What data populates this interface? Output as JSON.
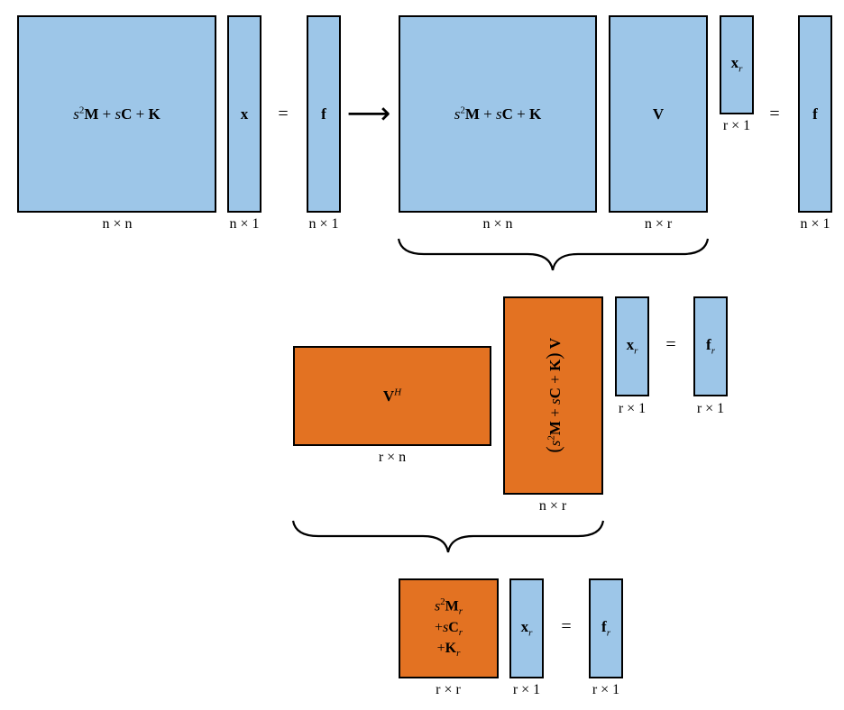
{
  "colors": {
    "blue": "#9dc6e8",
    "orange": "#e37222",
    "stroke": "#000000"
  },
  "row1": {
    "A_label_main": "s²M + sC + K",
    "A_dim": "n × n",
    "x_label": "x",
    "x_dim": "n × 1",
    "eq1": "=",
    "f_label": "f",
    "f_dim": "n × 1",
    "arrow": "⟶",
    "A2_label": "s²M + sC + K",
    "A2_dim": "n × n",
    "V_label": "V",
    "V_dim": "n × r",
    "xr_label": "xr",
    "xr_dim": "r × 1",
    "eq2": "=",
    "f2_label": "f",
    "f2_dim": "n × 1"
  },
  "row2": {
    "VH_label": "VH",
    "VH_dim": "r × n",
    "AV_label": "(s²M + sC + K) V",
    "AV_dim": "n × r",
    "xr_label": "xr",
    "xr_dim": "r × 1",
    "eq": "=",
    "fr_label": "fr",
    "fr_dim": "r × 1"
  },
  "row3": {
    "Ar_line1": "s²Mr",
    "Ar_line2": "+sCr",
    "Ar_line3": "+Kr",
    "Ar_dim": "r × r",
    "xr_label": "xr",
    "xr_dim": "r × 1",
    "eq": "=",
    "fr_label": "fr",
    "fr_dim": "r × 1"
  }
}
